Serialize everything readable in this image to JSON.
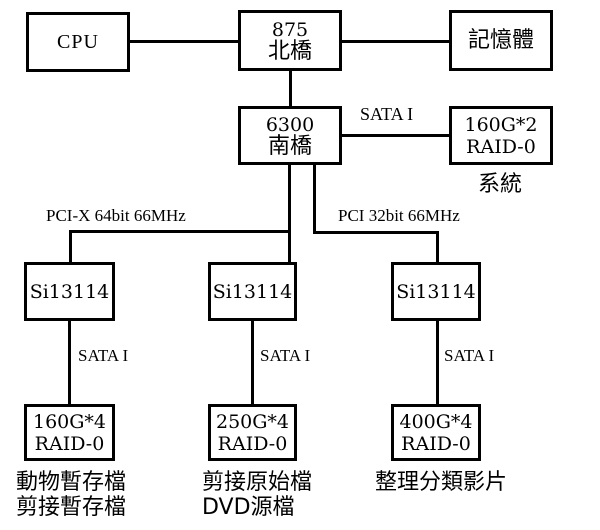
{
  "cpu": {
    "label": "CPU"
  },
  "north_bridge": {
    "model": "875",
    "name": "北橋"
  },
  "memory": {
    "label": "記憶體"
  },
  "south_bridge": {
    "model": "6300",
    "name": "南橋"
  },
  "system_disk": {
    "capacity": "160G*2",
    "raid": "RAID-0",
    "caption": "系統",
    "link": "SATA I"
  },
  "buses": {
    "left": "PCI-X 64bit 66MHz",
    "right": "PCI 32bit 66MHz"
  },
  "controllers": [
    {
      "label": "Si13114",
      "link": "SATA I",
      "capacity": "160G*4",
      "raid": "RAID-0",
      "caption_lines": [
        "動物暫存檔",
        "剪接暫存檔"
      ]
    },
    {
      "label": "Si13114",
      "link": "SATA I",
      "capacity": "250G*4",
      "raid": "RAID-0",
      "caption_lines": [
        "剪接原始檔",
        "DVD源檔"
      ]
    },
    {
      "label": "Si13114",
      "link": "SATA I",
      "capacity": "400G*4",
      "raid": "RAID-0",
      "caption_lines": [
        "整理分類影片"
      ]
    }
  ]
}
